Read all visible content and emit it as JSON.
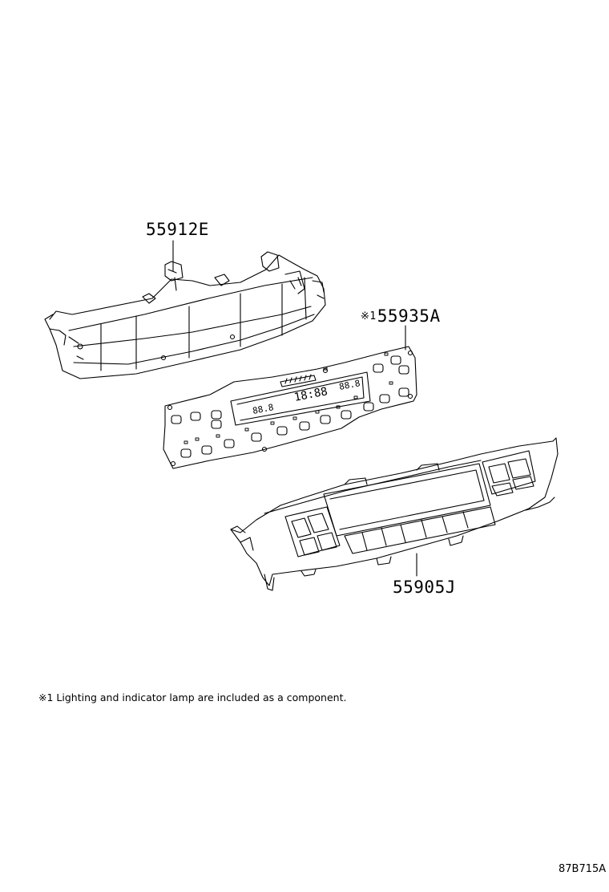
{
  "parts": [
    {
      "part_no": "55912E",
      "prefix": ""
    },
    {
      "part_no": "55935A",
      "prefix": "※1"
    },
    {
      "part_no": "55905J",
      "prefix": ""
    }
  ],
  "display_readouts": [
    "88.8",
    "18:88",
    "88.8"
  ],
  "footnote": "※1 Lighting and indicator lamp are included as a component.",
  "figure_id": "87B715A"
}
